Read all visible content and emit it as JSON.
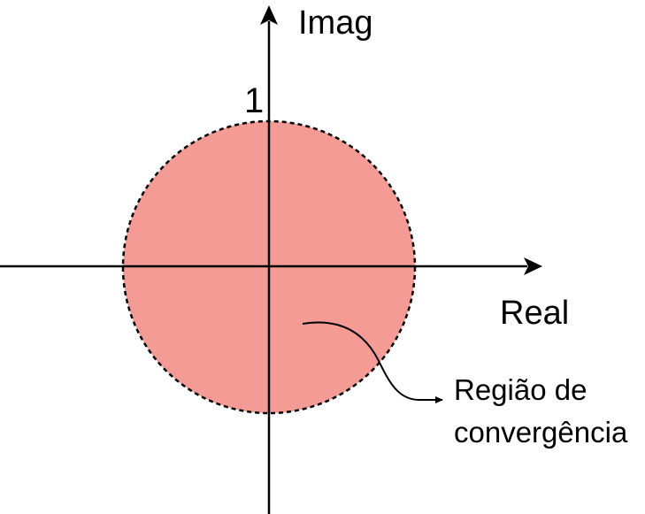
{
  "diagram": {
    "axis_labels": {
      "imag": "Imag",
      "real": "Real"
    },
    "unit_tick_label": "1",
    "annotation": {
      "line1": "Região de",
      "line2": "convergência"
    },
    "colors": {
      "region_fill": "#f39b94",
      "region_border": "#000000",
      "axes": "#000000"
    }
  }
}
